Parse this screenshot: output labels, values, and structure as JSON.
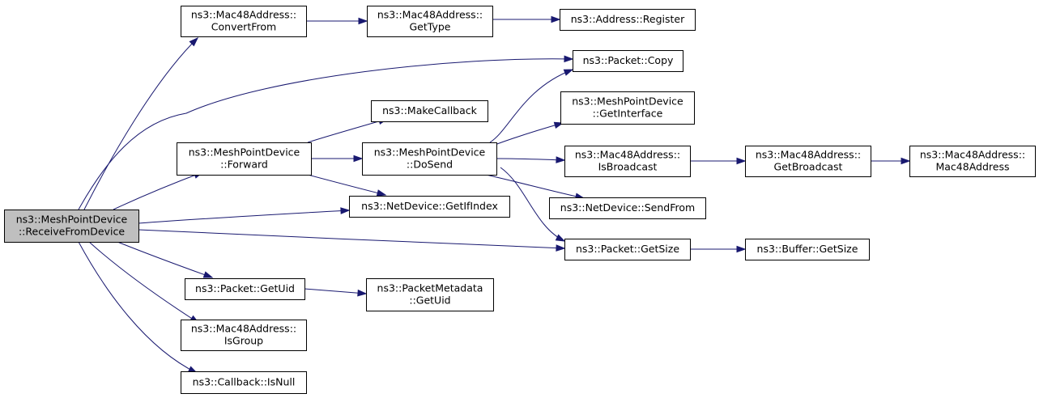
{
  "graph": {
    "root": "receive",
    "nodes": [
      {
        "id": "receive",
        "lines": [
          "ns3::MeshPointDevice",
          "::ReceiveFromDevice"
        ]
      },
      {
        "id": "convertfrom",
        "lines": [
          "ns3::Mac48Address::",
          "ConvertFrom"
        ]
      },
      {
        "id": "gettype",
        "lines": [
          "ns3::Mac48Address::",
          "GetType"
        ]
      },
      {
        "id": "register",
        "lines": [
          "ns3::Address::Register"
        ]
      },
      {
        "id": "copy",
        "lines": [
          "ns3::Packet::Copy"
        ]
      },
      {
        "id": "makecallback",
        "lines": [
          "ns3::MakeCallback"
        ]
      },
      {
        "id": "getinterface",
        "lines": [
          "ns3::MeshPointDevice",
          "::GetInterface"
        ]
      },
      {
        "id": "forward",
        "lines": [
          "ns3::MeshPointDevice",
          "::Forward"
        ]
      },
      {
        "id": "dosend",
        "lines": [
          "ns3::MeshPointDevice",
          "::DoSend"
        ]
      },
      {
        "id": "isbroadcast",
        "lines": [
          "ns3::Mac48Address::",
          "IsBroadcast"
        ]
      },
      {
        "id": "getbroadcast",
        "lines": [
          "ns3::Mac48Address::",
          "GetBroadcast"
        ]
      },
      {
        "id": "mac48address",
        "lines": [
          "ns3::Mac48Address::",
          "Mac48Address"
        ]
      },
      {
        "id": "getifindex",
        "lines": [
          "ns3::NetDevice::GetIfIndex"
        ]
      },
      {
        "id": "sendfrom",
        "lines": [
          "ns3::NetDevice::SendFrom"
        ]
      },
      {
        "id": "getsize",
        "lines": [
          "ns3::Packet::GetSize"
        ]
      },
      {
        "id": "buffergetsize",
        "lines": [
          "ns3::Buffer::GetSize"
        ]
      },
      {
        "id": "getuid",
        "lines": [
          "ns3::Packet::GetUid"
        ]
      },
      {
        "id": "metagetuid",
        "lines": [
          "ns3::PacketMetadata",
          "::GetUid"
        ]
      },
      {
        "id": "isgroup",
        "lines": [
          "ns3::Mac48Address::",
          "IsGroup"
        ]
      },
      {
        "id": "isnull",
        "lines": [
          "ns3::Callback::IsNull"
        ]
      }
    ],
    "edges": [
      {
        "from": "receive",
        "to": "convertfrom"
      },
      {
        "from": "receive",
        "to": "copy"
      },
      {
        "from": "receive",
        "to": "forward"
      },
      {
        "from": "receive",
        "to": "getifindex"
      },
      {
        "from": "receive",
        "to": "getsize"
      },
      {
        "from": "receive",
        "to": "getuid"
      },
      {
        "from": "receive",
        "to": "isgroup"
      },
      {
        "from": "receive",
        "to": "isnull"
      },
      {
        "from": "convertfrom",
        "to": "gettype"
      },
      {
        "from": "gettype",
        "to": "register"
      },
      {
        "from": "forward",
        "to": "makecallback"
      },
      {
        "from": "forward",
        "to": "dosend"
      },
      {
        "from": "forward",
        "to": "getifindex"
      },
      {
        "from": "dosend",
        "to": "copy"
      },
      {
        "from": "dosend",
        "to": "getinterface"
      },
      {
        "from": "dosend",
        "to": "isbroadcast"
      },
      {
        "from": "dosend",
        "to": "sendfrom"
      },
      {
        "from": "dosend",
        "to": "getsize"
      },
      {
        "from": "isbroadcast",
        "to": "getbroadcast"
      },
      {
        "from": "getbroadcast",
        "to": "mac48address"
      },
      {
        "from": "getsize",
        "to": "buffergetsize"
      },
      {
        "from": "getuid",
        "to": "metagetuid"
      }
    ]
  },
  "colors": {
    "edge": "#191970",
    "root_fill": "#bfbfbf",
    "node_fill": "#ffffff",
    "node_border": "#000000"
  }
}
